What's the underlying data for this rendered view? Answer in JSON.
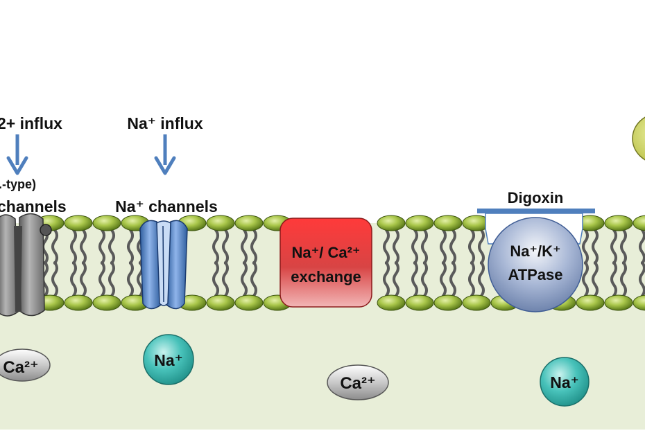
{
  "labels": {
    "ca_influx": "2+ influx",
    "na_influx": "Na⁺ influx",
    "l_type": ".-type)",
    "ca_channels": "channels",
    "na_channels": "Na⁺ channels",
    "digoxin": "Digoxin"
  },
  "exchanger": {
    "line1": "Na⁺/ Ca²⁺",
    "line2": "exchange"
  },
  "pump": {
    "line1": "Na⁺/K⁺",
    "line2": "ATPase"
  },
  "ions": [
    {
      "name": "calcium-ion-left",
      "label": "Ca²⁺"
    },
    {
      "name": "sodium-ion-left",
      "label": "Na⁺"
    },
    {
      "name": "calcium-ion-center",
      "label": "Ca²⁺"
    },
    {
      "name": "sodium-ion-right",
      "label": "Na⁺"
    }
  ],
  "colors": {
    "cytoplasm": "#e8eed8",
    "head_light": "#a9c64a",
    "head_dark": "#4f6e12",
    "tail": "#5a5a5a",
    "arrow": "#4f7fbd",
    "exchanger": "#d63a3a",
    "pump": "#8fa3c7",
    "na_ion": "#35b8b0",
    "ca_ion": "#bdbdbd",
    "digoxin_bar": "#4f7fbd",
    "ca_channel": "#7d7d7d",
    "na_channel": "#4a7fcc"
  }
}
